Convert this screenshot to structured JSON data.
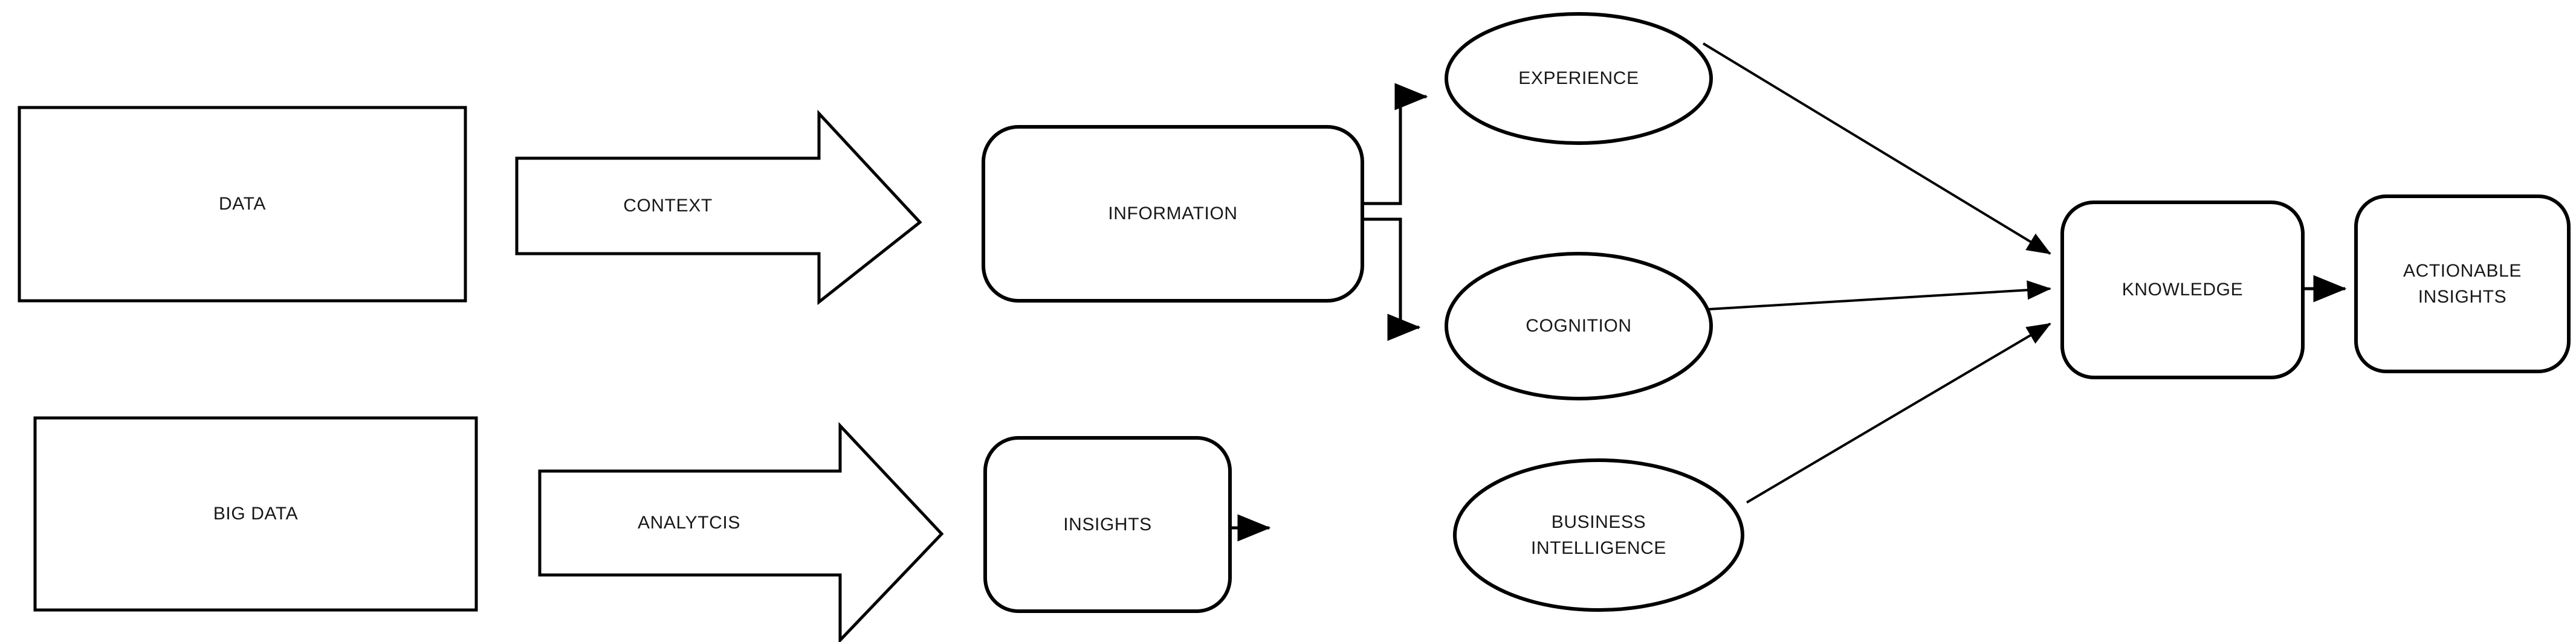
{
  "diagram": {
    "title": "Data to Actionable Insights Flow",
    "background_color": "#ffffff",
    "stroke_color": "#000000",
    "text_color": "#181818",
    "nodes": {
      "data": {
        "label": "DATA",
        "shape": "rectangle"
      },
      "context": {
        "label": "CONTEXT",
        "shape": "right-arrow"
      },
      "information": {
        "label": "INFORMATION",
        "shape": "rounded-rectangle"
      },
      "experience": {
        "label": "EXPERIENCE",
        "shape": "ellipse"
      },
      "cognition": {
        "label": "COGNITION",
        "shape": "ellipse"
      },
      "knowledge": {
        "label": "KNOWLEDGE",
        "shape": "rounded-rectangle"
      },
      "actionable_insights": {
        "label": "ACTIONABLE\nINSIGHTS",
        "shape": "rounded-rectangle"
      },
      "big_data": {
        "label": "BIG DATA",
        "shape": "rectangle"
      },
      "analytics": {
        "label": "ANALYTCIS",
        "shape": "right-arrow"
      },
      "insights": {
        "label": "INSIGHTS",
        "shape": "rounded-rectangle"
      },
      "business_intelligence": {
        "label": "BUSINESS\nINTELLIGENCE",
        "shape": "ellipse"
      }
    },
    "connectors": [
      {
        "name": "data-to-information",
        "from": "data",
        "to": "information",
        "via": "context",
        "type": "arrow-shape"
      },
      {
        "name": "information-branch-to-experience",
        "from": "information",
        "to": "experience",
        "type": "elbow-arrow"
      },
      {
        "name": "information-branch-to-cognition",
        "from": "information",
        "to": "cognition",
        "type": "elbow-arrow"
      },
      {
        "name": "experience-to-knowledge",
        "from": "experience",
        "to": "knowledge",
        "type": "straight-arrow"
      },
      {
        "name": "cognition-to-knowledge",
        "from": "cognition",
        "to": "knowledge",
        "type": "straight-arrow"
      },
      {
        "name": "business-intelligence-to-knowledge",
        "from": "business_intelligence",
        "to": "knowledge",
        "type": "straight-arrow"
      },
      {
        "name": "knowledge-to-actionable-insights",
        "from": "knowledge",
        "to": "actionable_insights",
        "type": "straight-arrow"
      },
      {
        "name": "big-data-to-insights",
        "from": "big_data",
        "to": "insights",
        "via": "analytics",
        "type": "arrow-shape"
      },
      {
        "name": "insights-to-business-intelligence",
        "from": "insights",
        "to": "business_intelligence",
        "type": "straight-arrow"
      }
    ]
  }
}
